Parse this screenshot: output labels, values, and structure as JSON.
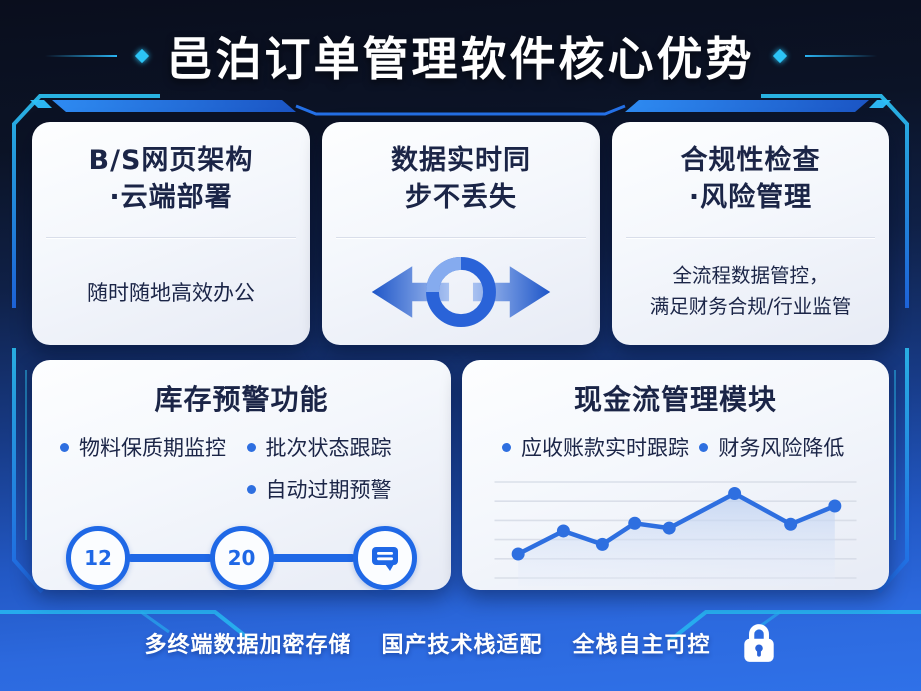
{
  "title": "邑泊订单管理软件核心优势",
  "cards": {
    "web": {
      "title_line1": "B/S网页架构",
      "title_line2": "·云端部署",
      "body": "随时随地高效办公"
    },
    "sync": {
      "title_line1": "数据实时同",
      "title_line2": "步不丢失",
      "icon": "sync-arrows-icon"
    },
    "compliance": {
      "title_line1": "合规性检查",
      "title_line2": "·风险管理",
      "body_line1": "全流程数据管控，",
      "body_line2": "满足财务合规/行业监管"
    },
    "inventory": {
      "title": "库存预警功能",
      "bullets": [
        "物料保质期监控",
        "批次状态跟踪",
        "自动过期预警"
      ],
      "timeline": [
        {
          "label": "12"
        },
        {
          "label": "20"
        },
        {
          "icon": "chat-bubble-icon"
        }
      ]
    },
    "cashflow": {
      "title": "现金流管理模块",
      "bullets": [
        "应收账款实时跟踪",
        "财务风险降低"
      ]
    }
  },
  "chart_data": {
    "type": "line",
    "title": "现金流趋势（无轴标签的装饰性折线图）",
    "x": [
      1,
      2,
      3,
      4,
      5,
      6,
      7,
      8
    ],
    "x_positions": [
      0.045,
      0.175,
      0.287,
      0.38,
      0.479,
      0.667,
      0.828,
      0.955
    ],
    "values": [
      25,
      49,
      35,
      57,
      52,
      88,
      56,
      75
    ],
    "ylim": [
      0,
      100
    ],
    "gridlines": 6,
    "grid": true,
    "legend": false,
    "line_color": "#2e6fe0",
    "area_fill": "#c3d6f4"
  },
  "footer": {
    "items": [
      "多终端数据加密存储",
      "国产技术栈适配",
      "全栈自主可控"
    ],
    "icon": "lock-icon"
  },
  "colors": {
    "accent_blue": "#2e6fe0",
    "deep_blue": "#1f68e6",
    "cyan_accent": "#2cc4f6",
    "card_text": "#1b2547",
    "bg_top": "#0a0e1d",
    "bg_bottom": "#2f71e8",
    "footer_text": "#ffffff"
  }
}
